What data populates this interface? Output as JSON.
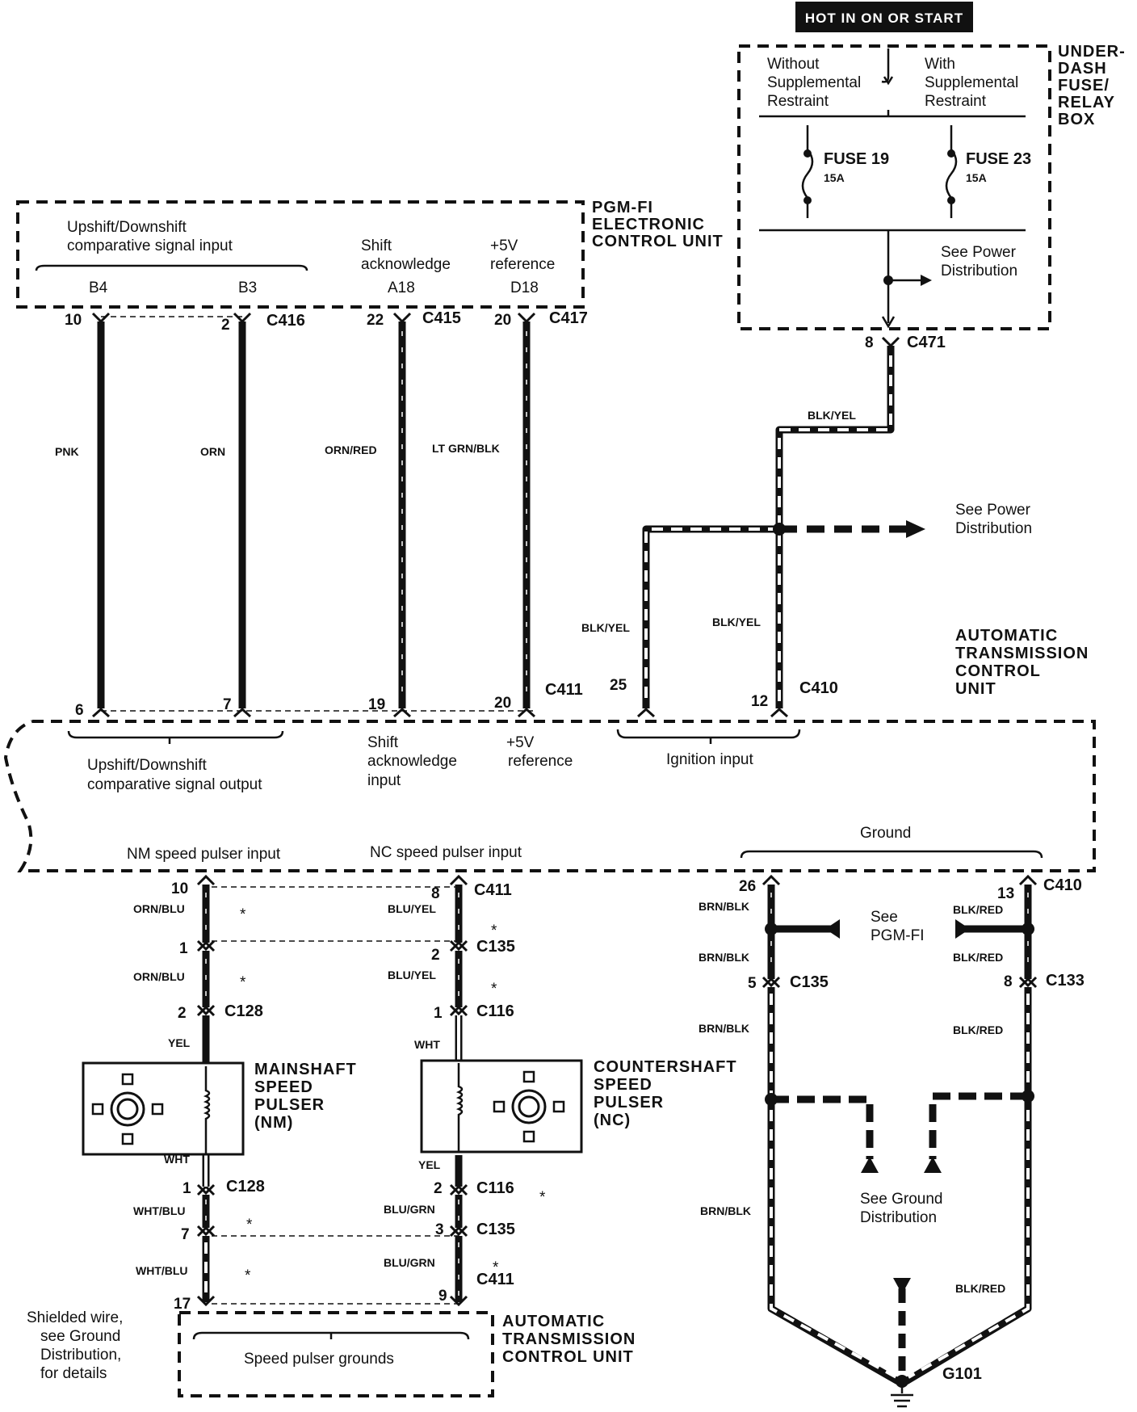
{
  "banner": "HOT IN ON OR START",
  "fuse_box": {
    "title": [
      "UNDER-",
      "DASH",
      "FUSE/",
      "RELAY",
      "BOX"
    ],
    "without": [
      "Without",
      "Supplemental",
      "Restraint"
    ],
    "with": [
      "With",
      "Supplemental",
      "Restraint"
    ],
    "fuse19": "FUSE 19",
    "fuse19_amp": "15A",
    "fuse23": "FUSE 23",
    "fuse23_amp": "15A",
    "see_power": [
      "See Power",
      "Distribution"
    ]
  },
  "ecu": {
    "title": [
      "PGM-FI",
      "ELECTRONIC",
      "CONTROL UNIT"
    ],
    "upshift": [
      "Upshift/Downshift",
      "comparative signal input"
    ],
    "shift": [
      "Shift",
      "acknowledge"
    ],
    "ref": [
      "+5V",
      "reference"
    ],
    "terms": [
      "B4",
      "B3",
      "A18",
      "D18"
    ]
  },
  "top_pins": [
    "10",
    "2",
    "22",
    "20",
    "8"
  ],
  "top_conns": [
    "C416",
    "C415",
    "C417",
    "C471"
  ],
  "wires_top": [
    "PNK",
    "ORN",
    "ORN/RED",
    "LT GRN/BLK",
    "BLK/YEL",
    "BLK/YEL",
    "BLK/YEL"
  ],
  "see_power2": [
    "See Power",
    "Distribution"
  ],
  "tcu": {
    "title": [
      "AUTOMATIC",
      "TRANSMISSION",
      "CONTROL",
      "UNIT"
    ],
    "pins_top": [
      "6",
      "7",
      "19",
      "20",
      "25",
      "12"
    ],
    "conn_c411": "C411",
    "conn_c410": "C410",
    "upshift": [
      "Upshift/Downshift",
      "comparative signal output"
    ],
    "shift": [
      "Shift",
      "acknowledge",
      "input"
    ],
    "ref": [
      "+5V",
      "reference"
    ],
    "ignition": "Ignition input",
    "nm": "NM speed pulser input",
    "nc": "NC speed pulser input",
    "ground": "Ground"
  },
  "lower": {
    "pins": [
      "10",
      "8",
      "1",
      "2",
      "2",
      "1",
      "1",
      "2",
      "7",
      "3",
      "17",
      "9",
      "26",
      "13",
      "5",
      "8"
    ],
    "conns": [
      "C411",
      "C135",
      "C128",
      "C116",
      "C128",
      "C116",
      "C135",
      "C411",
      "C410",
      "C135",
      "C133"
    ],
    "wires": [
      "ORN/BLU",
      "BLU/YEL",
      "ORN/BLU",
      "BLU/YEL",
      "YEL",
      "WHT",
      "WHT",
      "YEL",
      "WHT/BLU",
      "BLU/GRN",
      "WHT/BLU",
      "BLU/GRN",
      "BRN/BLK",
      "BLK/RED",
      "BRN/BLK",
      "BLK/RED",
      "BRN/BLK",
      "BLK/RED",
      "BRN/BLK",
      "BLK/RED"
    ],
    "star": "*",
    "see_pgmfi": [
      "See",
      "PGM-FI"
    ],
    "see_ground": [
      "See Ground",
      "Distribution"
    ],
    "ground_name": "G101"
  },
  "mainshaft": [
    "MAINSHAFT",
    "SPEED",
    "PULSER",
    "(NM)"
  ],
  "countershaft": [
    "COUNTERSHAFT",
    "SPEED",
    "PULSER",
    "(NC)"
  ],
  "shield_note": [
    "Shielded wire,",
    "see Ground",
    "Distribution,",
    "for details"
  ],
  "tcu_bottom": {
    "title": [
      "AUTOMATIC",
      "TRANSMISSION",
      "CONTROL UNIT"
    ],
    "grounds": "Speed pulser grounds"
  }
}
